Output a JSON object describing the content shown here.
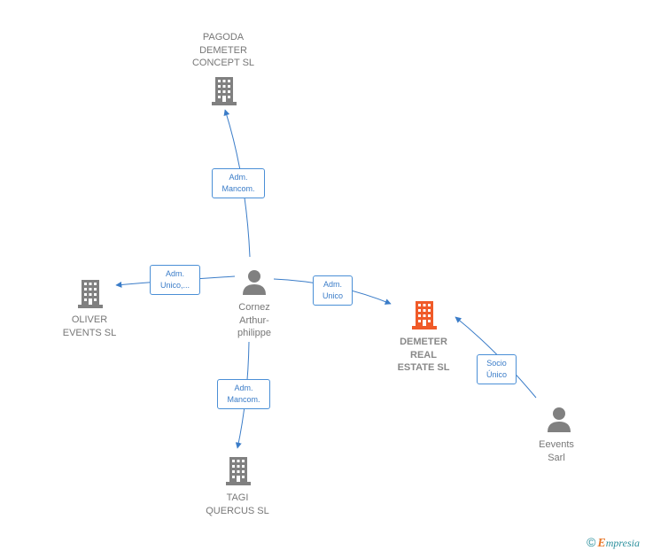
{
  "colors": {
    "edge": "#3a7cc8",
    "building": "#808080",
    "highlight": "#f05a28",
    "person": "#808080"
  },
  "nodes": {
    "pagoda": {
      "label": "PAGODA\nDEMETER\nCONCEPT  SL",
      "icon": "building-icon"
    },
    "oliver": {
      "label": "OLIVER\nEVENTS SL",
      "icon": "building-icon"
    },
    "cornez": {
      "label": "Cornez\nArthur-\nphilippe",
      "icon": "person-icon"
    },
    "demeter": {
      "label": "DEMETER\nREAL\nESTATE  SL",
      "icon": "building-icon"
    },
    "tagi": {
      "label": "TAGI\nQUERCUS  SL",
      "icon": "building-icon"
    },
    "eevents": {
      "label": "Eevents\nSarl",
      "icon": "person-icon"
    }
  },
  "edges": {
    "to_pagoda": "Adm.\nMancom.",
    "to_oliver": "Adm.\nUnico,...",
    "to_demeter": "Adm.\nUnico",
    "to_tagi": "Adm.\nMancom.",
    "eevents_to_demeter": "Socio\nÚnico"
  },
  "brand": {
    "copyright": "©",
    "e": "E",
    "rest": "mpresia"
  }
}
